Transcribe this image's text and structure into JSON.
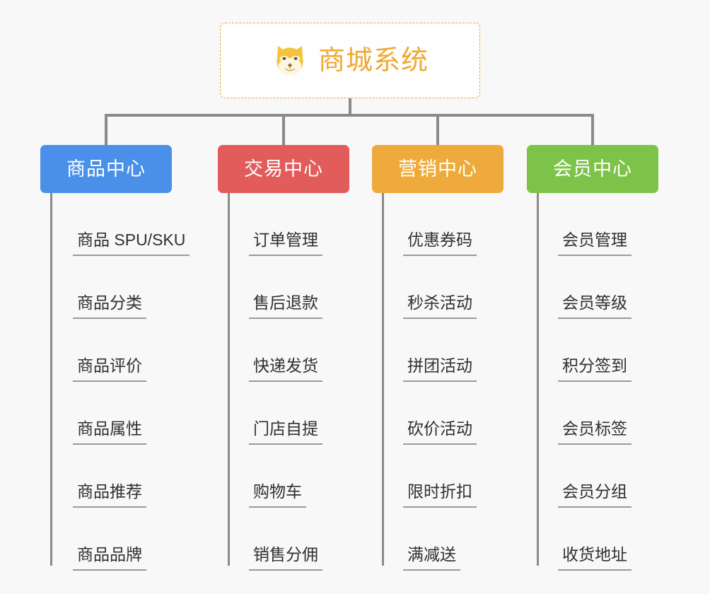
{
  "canvas": {
    "background": "#f8f8f8",
    "connector_color": "#8a8a8a"
  },
  "root": {
    "title": "商城系统",
    "icon": "shiba-dog-face-icon",
    "text_color": "#efa934",
    "border_color": "#e8a33d",
    "background": "#fefefe"
  },
  "columns": [
    {
      "id": "product-center",
      "label": "商品中心",
      "color": "#4a90e8",
      "items": [
        {
          "label": "商品 SPU/SKU"
        },
        {
          "label": "商品分类"
        },
        {
          "label": "商品评价"
        },
        {
          "label": "商品属性"
        },
        {
          "label": "商品推荐"
        },
        {
          "label": "商品品牌"
        }
      ]
    },
    {
      "id": "trade-center",
      "label": "交易中心",
      "color": "#e25c5c",
      "items": [
        {
          "label": "订单管理"
        },
        {
          "label": "售后退款"
        },
        {
          "label": "快递发货"
        },
        {
          "label": "门店自提"
        },
        {
          "label": "购物车"
        },
        {
          "label": "销售分佣"
        }
      ]
    },
    {
      "id": "marketing-center",
      "label": "营销中心",
      "color": "#eeab3b",
      "items": [
        {
          "label": "优惠券码"
        },
        {
          "label": "秒杀活动"
        },
        {
          "label": "拼团活动"
        },
        {
          "label": "砍价活动"
        },
        {
          "label": "限时折扣"
        },
        {
          "label": "满减送"
        }
      ]
    },
    {
      "id": "member-center",
      "label": "会员中心",
      "color": "#7dc34a",
      "items": [
        {
          "label": "会员管理"
        },
        {
          "label": "会员等级"
        },
        {
          "label": "积分签到"
        },
        {
          "label": "会员标签"
        },
        {
          "label": "会员分组"
        },
        {
          "label": "收货地址"
        }
      ]
    }
  ]
}
